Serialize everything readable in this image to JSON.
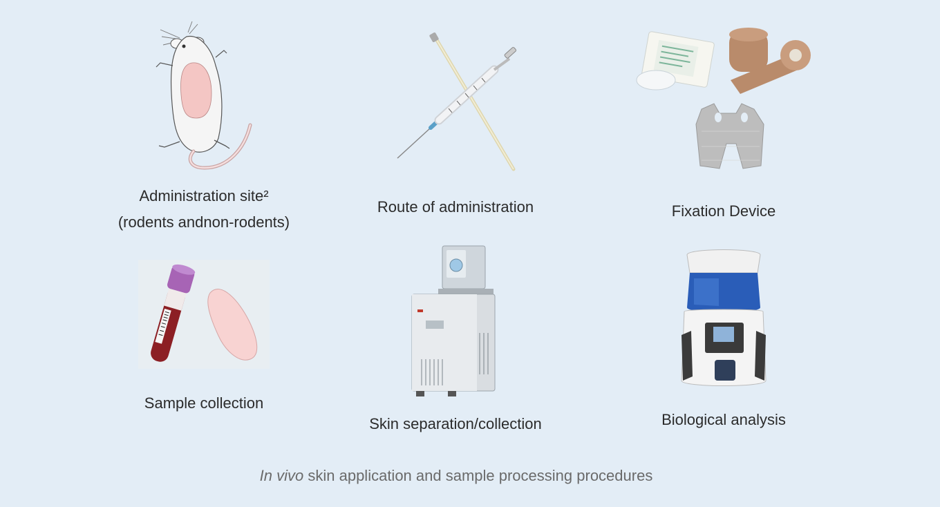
{
  "items": [
    {
      "name": "rat-illustration",
      "label_lines": [
        "Administration site²",
        "(rodents andnon-rodents)"
      ]
    },
    {
      "name": "syringe-illustration",
      "label_lines": [
        "Route of administration"
      ]
    },
    {
      "name": "fixation-illustration",
      "label_lines": [
        "Fixation Device"
      ]
    },
    {
      "name": "sample-illustration",
      "label_lines": [
        "Sample collection"
      ]
    },
    {
      "name": "chiller-illustration",
      "label_lines": [
        "Skin separation/collection"
      ]
    },
    {
      "name": "analyzer-illustration",
      "label_lines": [
        "Biological analysis"
      ]
    }
  ],
  "caption": {
    "italic": "In vivo",
    "rest": " skin application and sample processing procedures"
  },
  "colors": {
    "background": "#e3edf6",
    "skin_pink": "#f4c6c4",
    "blood": "#8c1f24",
    "cap_purple": "#a764b5",
    "bandage_tan": "#b98b6b",
    "analyzer_blue": "#2a5db8"
  }
}
